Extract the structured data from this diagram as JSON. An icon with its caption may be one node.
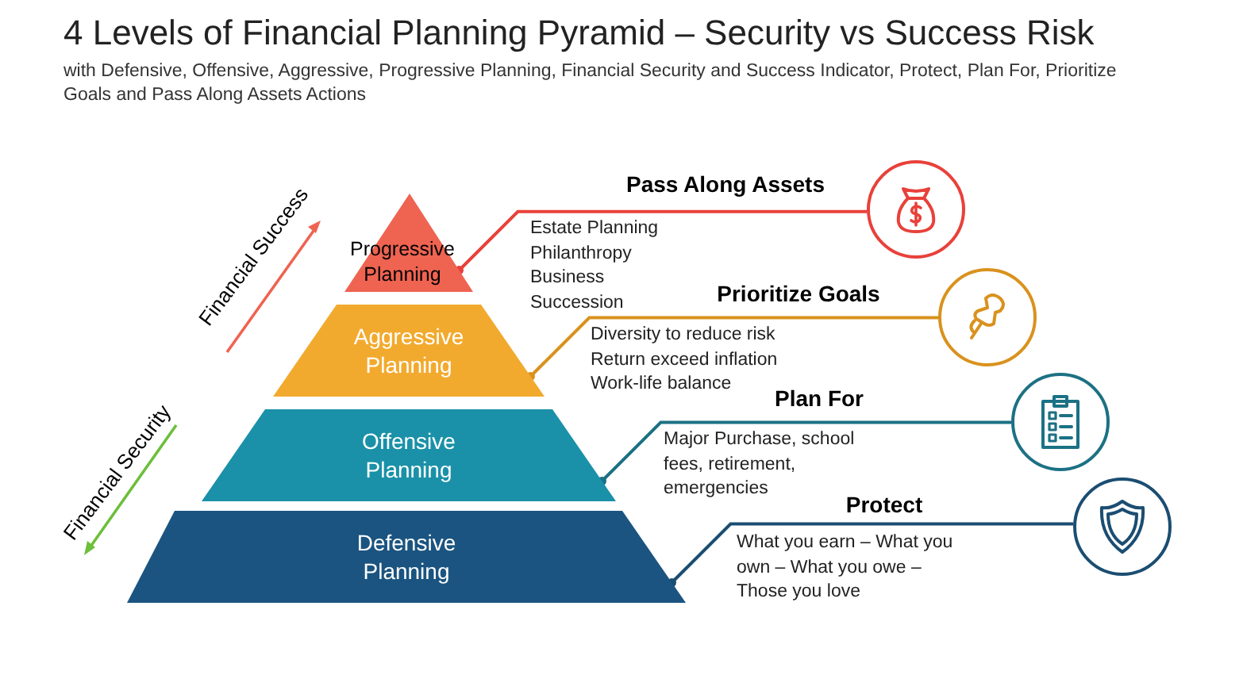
{
  "diagram": {
    "title": "4 Levels of Financial Planning Pyramid – Security vs Success Risk",
    "caption": "with Defensive,  Offensive, Aggressive, Progressive Planning, Financial Security and Success Indicator, Protect, Plan For, Prioritize Goals and Pass Along Assets Actions",
    "nodes": [
      {
        "text": [
          "Progressive Planning"
        ]
      },
      {
        "text": [
          "Aggressive Planning"
        ]
      },
      {
        "text": [
          "Offensive Planning"
        ]
      },
      {
        "text": [
          "Defensive Planning"
        ]
      },
      {
        "text": [],
        "shape": "circle"
      },
      {
        "text": [],
        "shape": "circle"
      },
      {
        "text": [],
        "shape": "circle"
      },
      {
        "text": [],
        "shape": "circle"
      }
    ],
    "edges": [
      {
        "from": 0,
        "to": 4,
        "arrow": "other",
        "label": "Pass Along Assets",
        "color": "#e8413a"
      },
      {
        "from": 1,
        "to": 5,
        "arrow": "other",
        "label": "Prioritize Goals",
        "color": "#d9921e"
      },
      {
        "from": 2,
        "to": 6,
        "arrow": "other",
        "label": "Plan For",
        "color": "#1c7184"
      },
      {
        "from": 3,
        "to": 7,
        "arrow": "other",
        "label": "Protect",
        "color": "#1b4d72"
      }
    ],
    "labels": [
      "Financial Success",
      "Estate Planning Philanthropy Business Succession",
      "Diversity to reduce risk Return exceed inflation Work-life balance",
      "Financial Security",
      "Major Purchase, school fees, retirement, emergencies",
      "What you earn – What you own – What you owe – Those you love"
    ]
  }
}
